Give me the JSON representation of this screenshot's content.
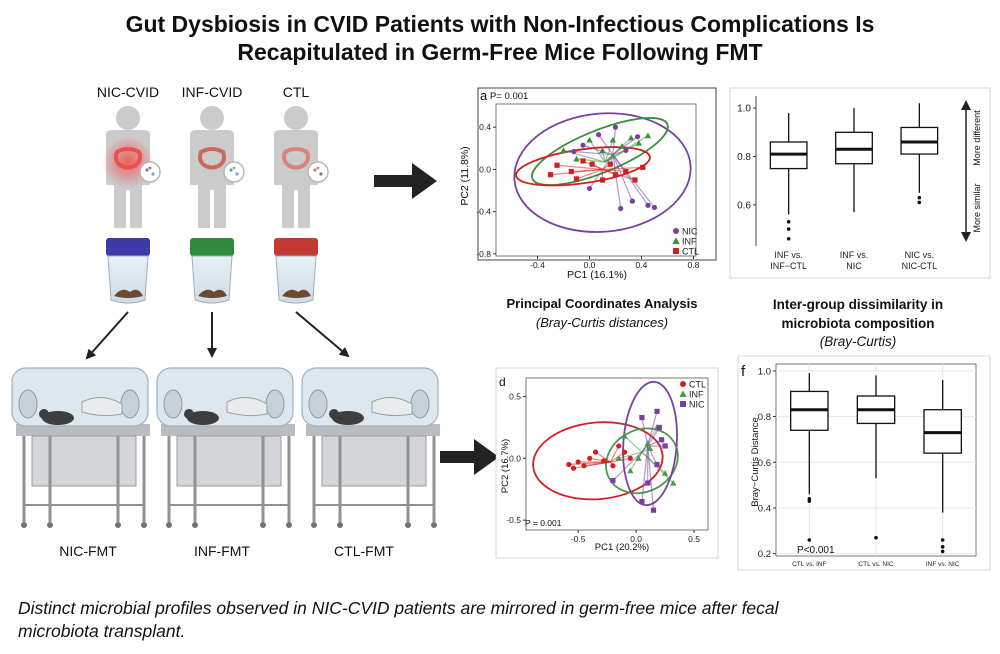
{
  "title": {
    "line1": "Gut Dysbiosis in CVID Patients with Non-Infectious Complications Is",
    "line2": "Recapitulated in Germ-Free Mice Following FMT"
  },
  "patients": [
    {
      "label": "NIC-CVID",
      "cap_color": "#3b3aa8",
      "gut_color": "#e8504a"
    },
    {
      "label": "INF-CVID",
      "cap_color": "#2f8a3c",
      "gut_color": "#c9685c"
    },
    {
      "label": "CTL",
      "cap_color": "#c23a32",
      "gut_color": "#d9847a"
    }
  ],
  "fmt_labels": [
    "NIC-FMT",
    "INF-FMT",
    "CTL-FMT"
  ],
  "caption": {
    "line1": "Distinct microbial profiles observed in NIC-CVID patients are mirrored in germ-free mice after fecal",
    "line2": "microbiota transplant."
  },
  "panel_a": {
    "letter": "a",
    "pvalue": "P= 0.001",
    "heading": "Principal Coordinates Analysis",
    "subheading": "(Bray-Curtis distances)"
  },
  "panel_b": {
    "heading_line1": "Inter-group dissimilarity in",
    "heading_line2": "microbiota composition",
    "subheading": "(Bray-Curtis)",
    "arrow_top": "More different",
    "arrow_bottom": "More similar"
  },
  "panel_d": {
    "letter": "d",
    "pvalue": "P = 0.001"
  },
  "panel_f": {
    "letter": "f",
    "pvalue": "P<0.001"
  },
  "chart_data": [
    {
      "id": "panel_a",
      "type": "scatter",
      "xlabel": "PC1 (16.1%)",
      "ylabel": "PC2 (11.8%)",
      "xlim": [
        -0.72,
        0.82
      ],
      "ylim": [
        -0.82,
        0.62
      ],
      "xticks": [
        "-0.4",
        "0.0",
        "0.4",
        "0.8"
      ],
      "xtick_values": [
        -0.4,
        0.0,
        0.4,
        0.8
      ],
      "yticks": [
        "0.4",
        "0.0",
        "-0.4",
        "-0.8"
      ],
      "ytick_values": [
        0.4,
        0.0,
        -0.4,
        -0.8
      ],
      "legend_position": "bottom-right",
      "series": [
        {
          "name": "NIC",
          "color": "#7a3fa3",
          "marker": "circle",
          "centroid": [
            0.18,
            0.14
          ],
          "ellipse": {
            "cx": 0.1,
            "cy": -0.03,
            "rx": 0.68,
            "ry": 0.56,
            "angle": -5
          },
          "points": [
            [
              0.37,
              0.31
            ],
            [
              0.2,
              0.4
            ],
            [
              0.24,
              -0.37
            ],
            [
              0.33,
              -0.3
            ],
            [
              0.45,
              -0.34
            ],
            [
              -0.12,
              0.17
            ],
            [
              -0.05,
              0.23
            ],
            [
              0.0,
              -0.18
            ],
            [
              0.16,
              0.05
            ],
            [
              0.28,
              0.18
            ],
            [
              0.07,
              0.33
            ],
            [
              0.5,
              -0.36
            ]
          ]
        },
        {
          "name": "INF",
          "color": "#3c8f3c",
          "marker": "triangle",
          "centroid": [
            0.12,
            0.07
          ],
          "ellipse": {
            "cx": 0.08,
            "cy": 0.17,
            "rx": 0.56,
            "ry": 0.2,
            "angle": -22
          },
          "points": [
            [
              0.32,
              0.3
            ],
            [
              0.25,
              0.22
            ],
            [
              -0.2,
              0.18
            ],
            [
              0.45,
              0.32
            ],
            [
              0.1,
              0.18
            ],
            [
              -0.1,
              0.1
            ],
            [
              0.38,
              0.25
            ],
            [
              0.18,
              0.28
            ],
            [
              0.0,
              0.28
            ]
          ]
        },
        {
          "name": "CTL",
          "color": "#d02020",
          "marker": "square",
          "centroid": [
            0.1,
            0.0
          ],
          "ellipse": {
            "cx": -0.05,
            "cy": 0.03,
            "rx": 0.52,
            "ry": 0.16,
            "angle": -8
          },
          "points": [
            [
              -0.3,
              -0.05
            ],
            [
              -0.25,
              0.04
            ],
            [
              -0.14,
              -0.02
            ],
            [
              -0.1,
              -0.09
            ],
            [
              0.02,
              0.05
            ],
            [
              0.1,
              -0.1
            ],
            [
              0.16,
              0.05
            ],
            [
              0.28,
              -0.02
            ],
            [
              0.35,
              -0.1
            ],
            [
              0.41,
              0.02
            ],
            [
              -0.05,
              0.08
            ],
            [
              0.2,
              -0.05
            ]
          ]
        }
      ]
    },
    {
      "id": "panel_b",
      "type": "box",
      "ylim": [
        0.43,
        1.05
      ],
      "yticks": [
        "1.0",
        "0.8",
        "0.6"
      ],
      "ytick_values": [
        1.0,
        0.8,
        0.6
      ],
      "categories": [
        "INF vs.\nINF−CTL",
        "INF vs.\nNIC",
        "NIC vs.\nNIC-CTL"
      ],
      "boxes": [
        {
          "whisker_low": 0.56,
          "q1": 0.75,
          "median": 0.81,
          "q3": 0.86,
          "whisker_high": 0.98,
          "outliers": [
            0.53,
            0.5,
            0.46
          ]
        },
        {
          "whisker_low": 0.57,
          "q1": 0.77,
          "median": 0.83,
          "q3": 0.9,
          "whisker_high": 1.0,
          "outliers": []
        },
        {
          "whisker_low": 0.65,
          "q1": 0.81,
          "median": 0.86,
          "q3": 0.92,
          "whisker_high": 1.02,
          "outliers": [
            0.63,
            0.61
          ]
        }
      ]
    },
    {
      "id": "panel_d",
      "type": "scatter",
      "xlabel": "PC1 (20.2%)",
      "ylabel": "PC2 (16.7%)",
      "xlim": [
        -0.95,
        0.62
      ],
      "ylim": [
        -0.58,
        0.65
      ],
      "xticks": [
        "-0.5",
        "0.0",
        "0.5"
      ],
      "xtick_values": [
        -0.5,
        0.0,
        0.5
      ],
      "yticks": [
        "0.5",
        "0.0",
        "-0.5"
      ],
      "ytick_values": [
        0.5,
        0.0,
        -0.5
      ],
      "legend_position": "top-right",
      "series": [
        {
          "name": "CTL",
          "color": "#d02020",
          "marker": "circle",
          "centroid": [
            -0.22,
            -0.03
          ],
          "ellipse": {
            "cx": -0.33,
            "cy": -0.02,
            "rx": 0.56,
            "ry": 0.31,
            "angle": -5
          },
          "points": [
            [
              -0.58,
              -0.05
            ],
            [
              -0.54,
              -0.08
            ],
            [
              -0.5,
              -0.03
            ],
            [
              -0.45,
              -0.06
            ],
            [
              -0.4,
              0.0
            ],
            [
              -0.35,
              0.05
            ],
            [
              -0.2,
              -0.06
            ],
            [
              -0.1,
              0.05
            ],
            [
              -0.05,
              0.0
            ],
            [
              -0.28,
              -0.02
            ],
            [
              -0.15,
              0.1
            ]
          ]
        },
        {
          "name": "INF",
          "color": "#4a9a4a",
          "marker": "triangle",
          "centroid": [
            0.05,
            0.05
          ],
          "ellipse": {
            "cx": 0.05,
            "cy": -0.02,
            "rx": 0.32,
            "ry": 0.25,
            "angle": -28
          },
          "points": [
            [
              -0.15,
              0.0
            ],
            [
              -0.1,
              0.18
            ],
            [
              0.1,
              0.12
            ],
            [
              0.02,
              0.0
            ],
            [
              0.25,
              -0.12
            ],
            [
              0.18,
              0.25
            ],
            [
              -0.05,
              -0.1
            ],
            [
              0.32,
              -0.2
            ],
            [
              0.12,
              0.08
            ]
          ]
        },
        {
          "name": "NIC",
          "color": "#7a3fa3",
          "marker": "square",
          "centroid": [
            0.1,
            0.1
          ],
          "ellipse": {
            "cx": 0.12,
            "cy": 0.12,
            "rx": 0.23,
            "ry": 0.5,
            "angle": 4
          },
          "points": [
            [
              -0.2,
              -0.18
            ],
            [
              0.05,
              0.33
            ],
            [
              0.18,
              0.38
            ],
            [
              0.2,
              0.25
            ],
            [
              0.22,
              0.15
            ],
            [
              0.18,
              -0.05
            ],
            [
              0.1,
              -0.2
            ],
            [
              0.05,
              -0.35
            ],
            [
              0.15,
              -0.42
            ],
            [
              0.25,
              0.1
            ]
          ]
        }
      ]
    },
    {
      "id": "panel_f",
      "type": "box",
      "ylabel": "Bray−Curtis Distance",
      "ylim": [
        0.19,
        1.03
      ],
      "yticks": [
        "1.0",
        "0.8",
        "0.6",
        "0.4",
        "0.2"
      ],
      "ytick_values": [
        1.0,
        0.8,
        0.6,
        0.4,
        0.2
      ],
      "categories": [
        "CTL vs. INF",
        "CTL vs. NIC",
        "INF vs. NIC"
      ],
      "boxes": [
        {
          "whisker_low": 0.46,
          "q1": 0.74,
          "median": 0.83,
          "q3": 0.91,
          "whisker_high": 0.99,
          "outliers": [
            0.44,
            0.43,
            0.26
          ]
        },
        {
          "whisker_low": 0.53,
          "q1": 0.77,
          "median": 0.83,
          "q3": 0.89,
          "whisker_high": 0.98,
          "outliers": [
            0.27
          ]
        },
        {
          "whisker_low": 0.38,
          "q1": 0.64,
          "median": 0.73,
          "q3": 0.83,
          "whisker_high": 0.96,
          "outliers": [
            0.26,
            0.23,
            0.21
          ]
        }
      ]
    }
  ]
}
